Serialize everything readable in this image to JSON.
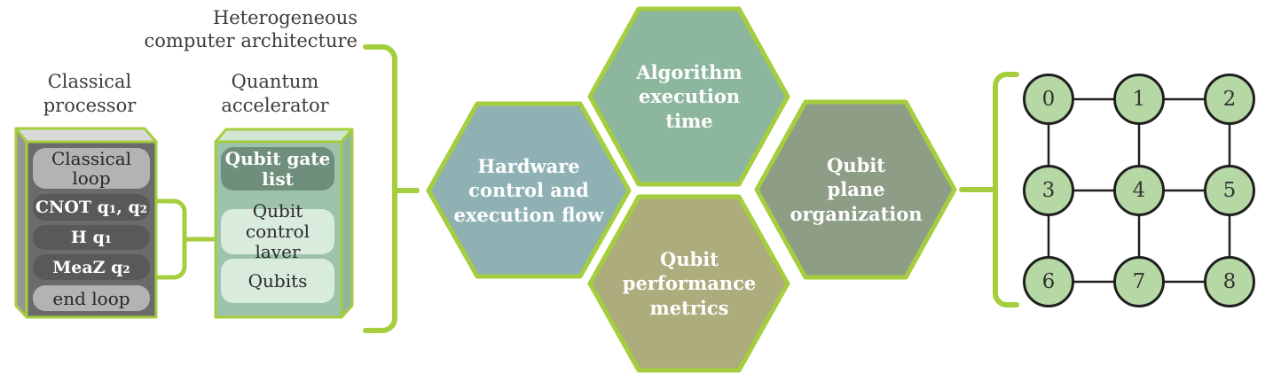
{
  "colors": {
    "accent_green": "#a5ce3e",
    "background": "#ffffff",
    "classical_box_face": "#6b6b6b",
    "classical_box_top": "#d9d9d9",
    "classical_box_side": "#969696",
    "classical_row_light": "#b3b3b3",
    "classical_row_dark": "#595959",
    "quantum_box_face": "#9dc3ab",
    "quantum_box_top": "#d2e6d4",
    "quantum_box_side": "#8fb69e",
    "quantum_row_dark": "#6f8f7c",
    "quantum_row_pale": "#d9ebdc",
    "qubit_node_fill": "#b6d8a4",
    "qubit_node_border": "#1f1f1f"
  },
  "architecture": {
    "title": "Heterogeneous\ncomputer architecture",
    "classical_processor": {
      "label": "Classical\nprocessor",
      "rows": [
        {
          "text": "Classical\nloop"
        },
        {
          "text": "CNOT q₁, q₂"
        },
        {
          "text": "H q₁"
        },
        {
          "text": "MeaZ q₂"
        },
        {
          "text": "end loop"
        }
      ]
    },
    "quantum_accelerator": {
      "label": "Quantum\naccelerator",
      "rows": [
        {
          "text": "Qubit gate\nlist"
        },
        {
          "text": "Qubit control\nlayer"
        },
        {
          "text": "Qubits"
        }
      ]
    }
  },
  "hexagons": [
    {
      "label": "Hardware\ncontrol and\nexecution flow",
      "fill": "#8fb1b4"
    },
    {
      "label": "Algorithm\nexecution\ntime",
      "fill": "#8db69e"
    },
    {
      "label": "Qubit\nperformance\nmetrics",
      "fill": "#acac7d"
    },
    {
      "label": "Qubit\nplane\norganization",
      "fill": "#8e9e86"
    }
  ],
  "qubit_grid": {
    "rows": 3,
    "cols": 3,
    "node_labels": [
      "0",
      "1",
      "2",
      "3",
      "4",
      "5",
      "6",
      "7",
      "8"
    ]
  }
}
